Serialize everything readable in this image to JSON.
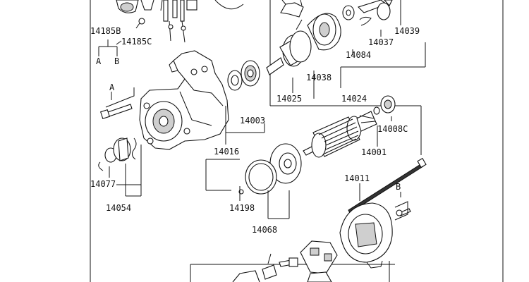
{
  "labels": {
    "p14185B": "14185B",
    "p14185C": "14185C",
    "refA_left": "A",
    "refB_left": "B",
    "p14039": "14039",
    "p14037": "14037",
    "p14084": "14084",
    "p14038": "14038",
    "p14025": "14025",
    "p14024": "14024",
    "p14003": "14003",
    "p14008C": "14008C",
    "refA_bolt": "A",
    "p14016": "14016",
    "p14001": "14001",
    "p14011": "14011",
    "refB_bolt": "B",
    "p14077": "14077",
    "p14054": "14054",
    "p14198": "14198",
    "p14068": "14068"
  }
}
